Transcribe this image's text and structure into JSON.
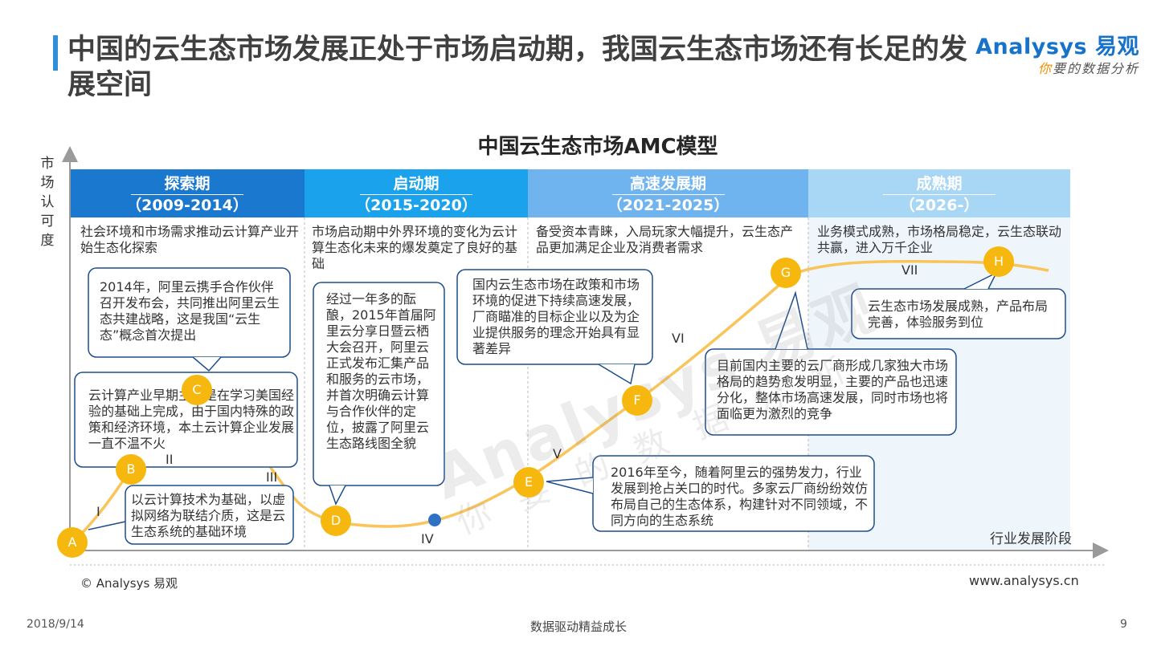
{
  "title": "中国的云生态市场发展正处于市场启动期，我国云生态市场还有长足的发展空间",
  "logo": {
    "brand_prefix": "Analysys",
    "brand_cn": "易观",
    "slogan_first": "你",
    "slogan_rest": "要的数据分析"
  },
  "chart_title": "中国云生态市场AMC模型",
  "y_axis_label": "市场认可度",
  "x_axis_label": "行业发展阶段",
  "phases": [
    {
      "name": "探索期",
      "years": "（2009-2014）",
      "color": "#1a78cf",
      "desc": "社会环境和市场需求推动云计算产业开始生态化探索"
    },
    {
      "name": "启动期",
      "years": "（2015-2020）",
      "color": "#1aa3ec",
      "desc": "市场启动期中外界环境的变化为云计算生态化未来的爆发奠定了良好的基础"
    },
    {
      "name": "高速发展期",
      "years": "（2021-2025）",
      "color": "#6fb4ee",
      "desc": "备受资本青睐，入局玩家大幅提升，云生态产品更加满足企业及消费者需求"
    },
    {
      "name": "成熟期",
      "years": "（2026-）",
      "color": "#a8d6f5",
      "desc": "业务模式成熟，市场格局稳定，云生态联动共赢，进入万千企业"
    }
  ],
  "callouts": {
    "a": "以云计算技术为基础，以虚拟网络为联结介质，这是云生态系统的基础环境",
    "b": "云计算产业早期主要是在学习美国经验的基础上完成，由于国内特殊的政策和经济环境，本土云计算企业发展一直不温不火",
    "c": "2014年，阿里云携手合作伙伴召开发布会，共同推出阿里云生态共建战略，这是我国“云生态”概念首次提出",
    "d": "经过一年多的酝酿，2015年首届阿里云分享日暨云栖大会召开，阿里云正式发布汇集产品和服务的云市场，并首次明确云计算与合作伙伴的定位，披露了阿里云生态路线图全貌",
    "e": "2016年至今，随着阿里云的强势发力，行业发展到抢占关口的时代。多家云厂商纷纷效仿布局自己的生态体系，构建针对不同领域，不同方向的生态系统",
    "f": "国内云生态市场在政策和市场环境的促进下持续高速发展，厂商瞄准的目标企业以及为企业提供服务的理念开始具有显著差异",
    "g": "目前国内主要的云厂商形成几家独大市场格局的趋势愈发明显，主要的产品也迅速分化，整体市场高速发展，同时市场也将面临更为激烈的竞争",
    "h": "云生态市场发展成熟，产品布局完善，体验服务到位"
  },
  "markers": [
    "A",
    "B",
    "C",
    "D",
    "E",
    "F",
    "G",
    "H"
  ],
  "stages": [
    "I",
    "II",
    "III",
    "IV",
    "V",
    "VI",
    "VII"
  ],
  "marker_color": "#f6b80e",
  "curve_color": "#f9c45a",
  "watermark": {
    "main": "Analysys 易观",
    "sub": "你 要 的 数 据 分 析"
  },
  "footer": {
    "copyright": "© Analysys 易观",
    "website": "www.analysys.cn",
    "date": "2018/9/14",
    "slogan": "数据驱动精益成长",
    "page": "9"
  }
}
